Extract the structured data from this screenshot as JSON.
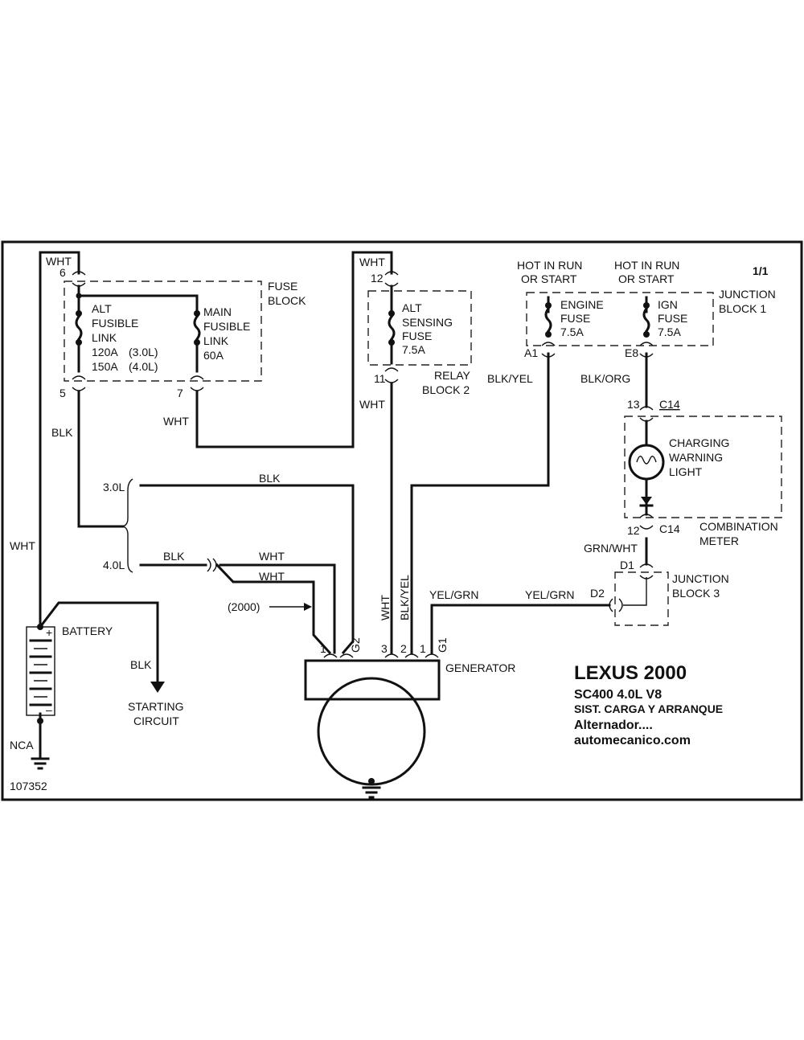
{
  "labels": {
    "wht_top_left": "WHT",
    "pin6": "6",
    "fuse_block_1": "FUSE",
    "fuse_block_2": "BLOCK",
    "alt_fl_1": "ALT",
    "alt_fl_2": "FUSIBLE",
    "alt_fl_3": "LINK",
    "alt_fl_4": "120A",
    "alt_fl_5": "(3.0L)",
    "alt_fl_6": "150A",
    "alt_fl_7": "(4.0L)",
    "main_fl_1": "MAIN",
    "main_fl_2": "FUSIBLE",
    "main_fl_3": "LINK",
    "main_fl_4": "60A",
    "pin5": "5",
    "pin7": "7",
    "wht_pin7": "WHT",
    "blk_left": "BLK",
    "wht_left": "WHT",
    "wht_relay_top": "WHT",
    "pin12_relay": "12",
    "alt_sense_1": "ALT",
    "alt_sense_2": "SENSING",
    "alt_sense_3": "FUSE",
    "alt_sense_4": "7.5A",
    "pin11": "11",
    "relay_block_1": "RELAY",
    "relay_block_2": "BLOCK 2",
    "wht_relay_down": "WHT",
    "hot1_a": "HOT IN RUN",
    "hot1_b": "OR START",
    "hot2_a": "HOT IN RUN",
    "hot2_b": "OR START",
    "page": "1/1",
    "jb1_a": "JUNCTION",
    "jb1_b": "BLOCK 1",
    "eng_fuse_1": "ENGINE",
    "eng_fuse_2": "FUSE",
    "eng_fuse_3": "7.5A",
    "ign_fuse_1": "IGN",
    "ign_fuse_2": "FUSE",
    "ign_fuse_3": "7.5A",
    "a1": "A1",
    "e8": "E8",
    "blk_yel": "BLK/YEL",
    "blk_org": "BLK/ORG",
    "pin13": "13",
    "c14_top": "C14",
    "cwl_1": "CHARGING",
    "cwl_2": "WARNING",
    "cwl_3": "LIGHT",
    "pin12_meter": "12",
    "c14_bottom": "C14",
    "comb_1": "COMBINATION",
    "comb_2": "METER",
    "grn_wht": "GRN/WHT",
    "d1": "D1",
    "d2": "D2",
    "jb3_a": "JUNCTION",
    "jb3_b": "BLOCK 3",
    "l30": "3.0L",
    "l40": "4.0L",
    "blk_30": "BLK",
    "blk_40": "BLK",
    "wht_a": "WHT",
    "wht_b": "WHT",
    "year_note": "(2000)",
    "wht_vert": "WHT",
    "blkyel_vert": "BLK/YEL",
    "yel_grn_1": "YEL/GRN",
    "yel_grn_2": "YEL/GRN",
    "gp1": "1",
    "g2": "G2",
    "gp3": "3",
    "gp2": "2",
    "gp1b": "1",
    "g1": "G1",
    "generator": "GENERATOR",
    "battery": "BATTERY",
    "plus": "+",
    "minus": "–",
    "blk_start": "BLK",
    "start_1": "STARTING",
    "start_2": "CIRCUIT",
    "nca": "NCA",
    "fig_no": "107352"
  },
  "title": {
    "line1": "LEXUS 2000",
    "line2": "SC400  4.0L  V8",
    "line3": "SIST. CARGA Y ARRANQUE",
    "line4": "Alternador....",
    "line5": "automecanico.com"
  }
}
